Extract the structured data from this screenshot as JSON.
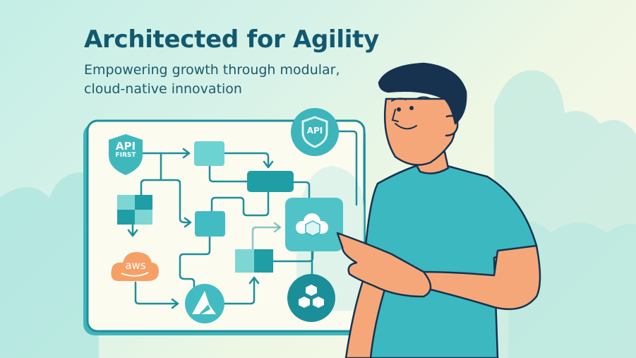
{
  "header": {
    "title": "Architected for Agility",
    "subtitle_line1": "Empowering growth through modular,",
    "subtitle_line2": "cloud-native innovation"
  },
  "diagram": {
    "badges": {
      "api_first_line1": "API",
      "api_first_line2": "FIRST",
      "api_shield": "API",
      "aws": "aws"
    },
    "nodes": [
      "api-first-shield",
      "module-top",
      "module-dark-wide",
      "module-grid",
      "module-middle",
      "cloud-box-hub",
      "module-split",
      "aws-cloud",
      "azure-circle",
      "blocks-circle",
      "api-shield-circle"
    ]
  },
  "colors": {
    "title": "#12596f",
    "teal": "#3fbfc4",
    "teal_dark": "#1a9aa2",
    "line": "#1d8f9a",
    "panel": "#fbfbf0",
    "aws_orange": "#f6a066",
    "skin": "#f6a77a",
    "shirt": "#3bb8c0",
    "hair": "#16324f"
  }
}
